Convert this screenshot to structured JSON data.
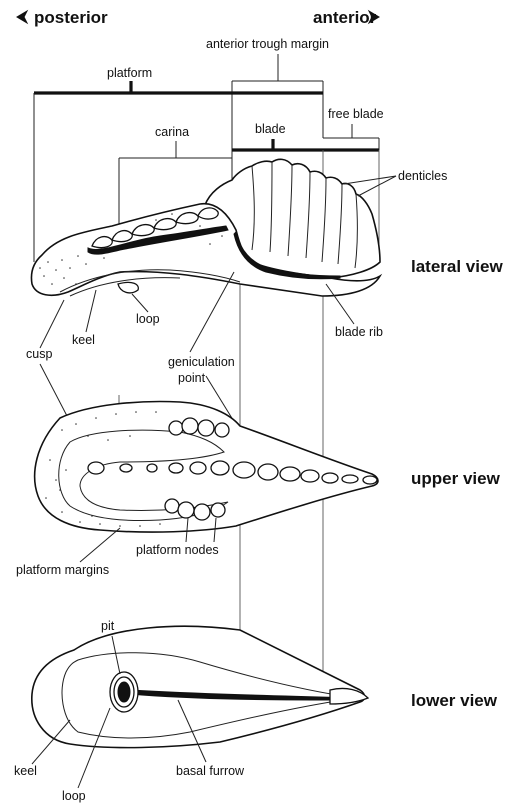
{
  "direction": {
    "posterior": "posterior",
    "anterior": "anterior"
  },
  "labels": {
    "anterior_trough_margin": "anterior trough margin",
    "platform": "platform",
    "free_blade": "free blade",
    "carina": "carina",
    "blade": "blade",
    "denticles": "denticles",
    "keel": "keel",
    "loop": "loop",
    "cusp": "cusp",
    "blade_rib": "blade rib",
    "geniculation_point_1": "geniculation",
    "geniculation_point_2": "point",
    "platform_nodes": "platform nodes",
    "platform_margins": "platform margins",
    "pit": "pit",
    "keel_lower": "keel",
    "loop_lower": "loop",
    "basal_furrow": "basal furrow"
  },
  "views": {
    "lateral": "lateral view",
    "upper": "upper view",
    "lower": "lower view"
  },
  "colors": {
    "ink": "#111111",
    "background": "#ffffff"
  }
}
